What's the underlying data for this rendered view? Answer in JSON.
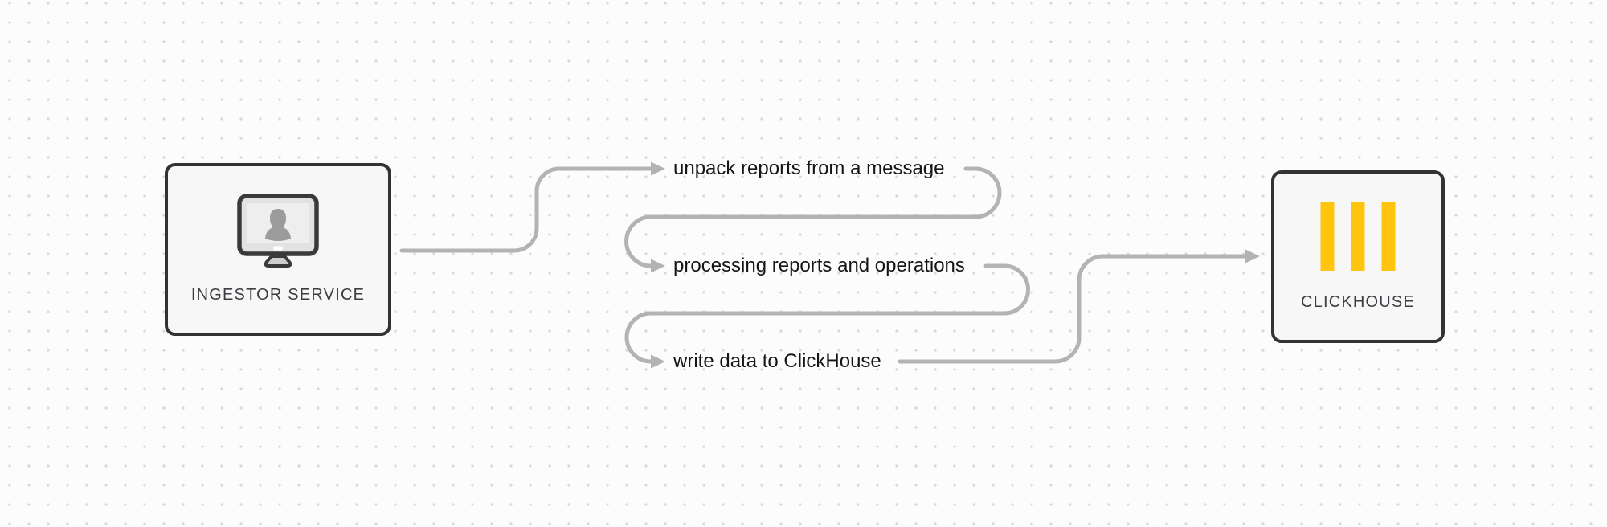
{
  "canvas": {
    "background": "#fcfcfc"
  },
  "nodes": {
    "ingestor": {
      "label": "INGESTOR SERVICE",
      "icon": "monitor-user-icon"
    },
    "clickhouse": {
      "label": "CLICKHOUSE",
      "icon": "clickhouse-bars-icon"
    }
  },
  "steps": [
    {
      "label": "unpack reports from a message"
    },
    {
      "label": "processing reports and operations"
    },
    {
      "label": "write data to ClickHouse"
    }
  ],
  "colors": {
    "background": "#fcfcfc",
    "dot": "#d9d9d9",
    "connector": "#b3b3b3",
    "node_border": "#333333",
    "node_fill": "#f7f7f7",
    "step_text": "#151515",
    "node_label_text": "#3b3e42",
    "clickhouse_yellow": "#ffc50d",
    "monitor_person": "#9b9b9b"
  }
}
